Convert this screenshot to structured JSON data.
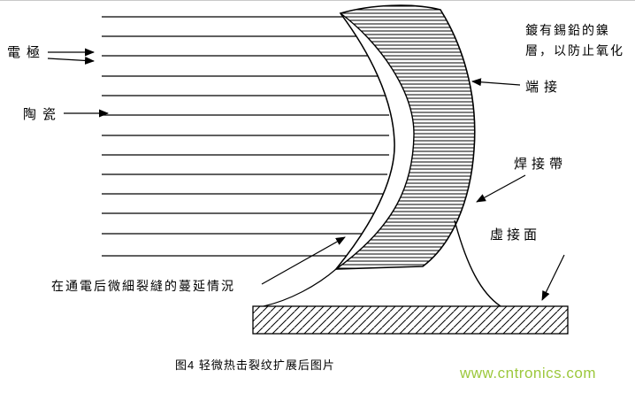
{
  "diagram": {
    "labels": {
      "electrode": "電極",
      "ceramic": "陶瓷",
      "plating_note": "鍍有錫鉛的鎳層，以防止氧化",
      "termination": "端接",
      "solder_band": "焊接帶",
      "virtual_surface": "虛接面",
      "crack_note": "在通電后微細裂縫的蔓延情況"
    },
    "caption": "图4 轻微热击裂纹扩展后图片",
    "watermark": "www.cntronics.com",
    "colors": {
      "ink": "#000000",
      "background": "#ffffff",
      "watermark": "#9cc83c"
    }
  }
}
